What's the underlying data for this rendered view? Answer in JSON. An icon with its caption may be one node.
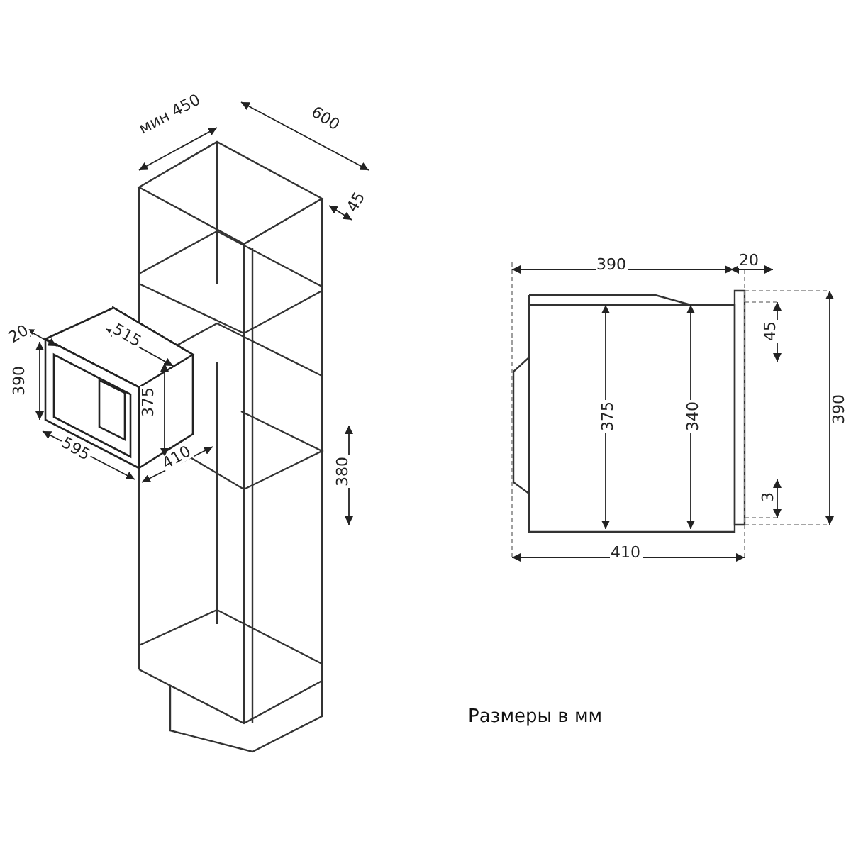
{
  "diagram": {
    "caption": "Размеры в мм",
    "labels": [
      "мин 450",
      "600",
      "45",
      "20",
      "515",
      "390",
      "375",
      "595",
      "410",
      "380",
      "390",
      "20",
      "45",
      "375",
      "340",
      "390",
      "3",
      "410"
    ]
  }
}
